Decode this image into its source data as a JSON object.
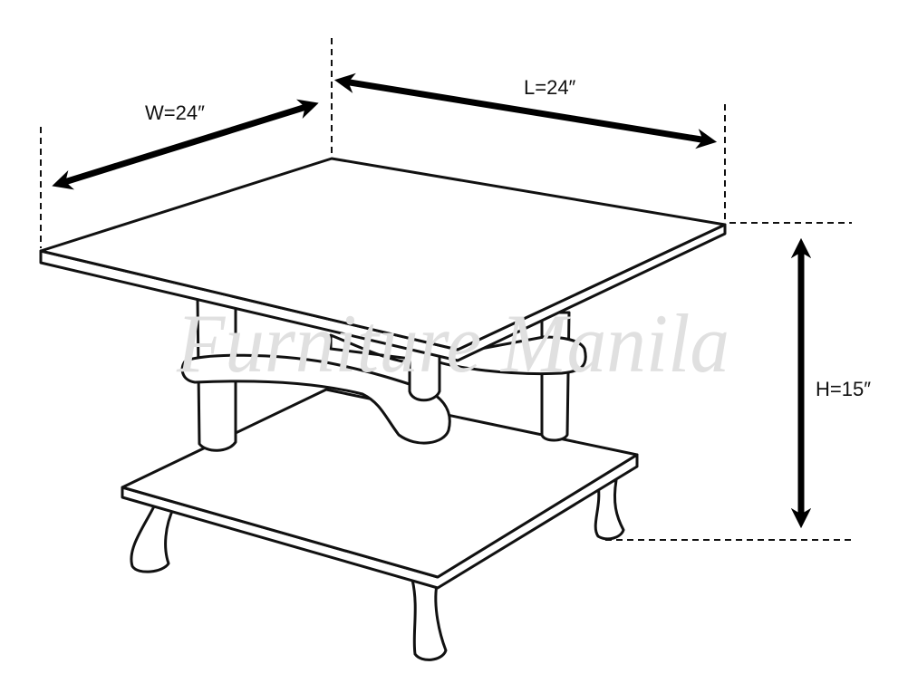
{
  "dimensions": {
    "width_label": "W=24″",
    "length_label": "L=24″",
    "height_label": "H=15″"
  },
  "watermark": "Furniture Manila",
  "colors": {
    "line": "#111111",
    "watermark": "#e6e6e6",
    "background": "#ffffff"
  }
}
